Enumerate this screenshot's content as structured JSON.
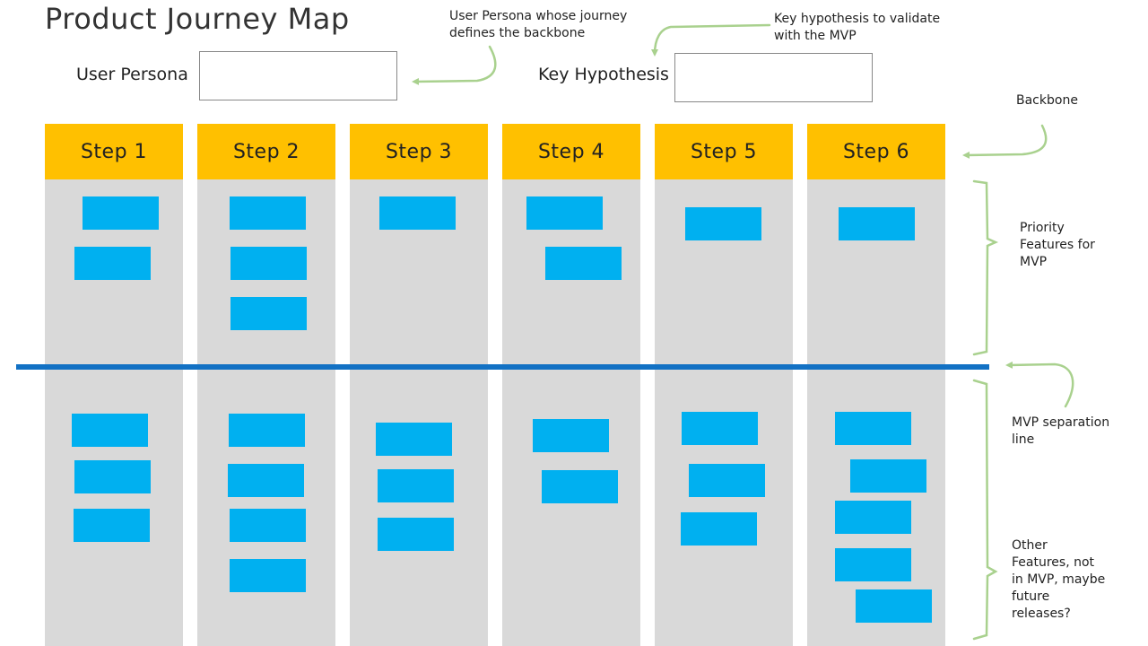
{
  "title": "Product Journey Map",
  "user_persona": {
    "label": "User Persona",
    "note": [
      "User Persona whose journey",
      "defines the backbone"
    ]
  },
  "key_hypothesis": {
    "label": "Key Hypothesis",
    "note": [
      "Key hypothesis to validate",
      "with the MVP"
    ]
  },
  "steps": [
    "Step 1",
    "Step 2",
    "Step 3",
    "Step 4",
    "Step 5",
    "Step 6"
  ],
  "side_notes": {
    "backbone": "Backbone",
    "priority": [
      "Priority",
      "Features for",
      "MVP"
    ],
    "separation": [
      "MVP separation",
      "line"
    ],
    "other": [
      "Other",
      "Features, not",
      "in MVP, maybe",
      "future",
      "releases?"
    ]
  },
  "colors": {
    "step_header": "#ffc000",
    "column": "#d9d9d9",
    "feature_card": "#00b0f0",
    "separation_line": "#1271c4",
    "arrow": "#a9d18e"
  }
}
